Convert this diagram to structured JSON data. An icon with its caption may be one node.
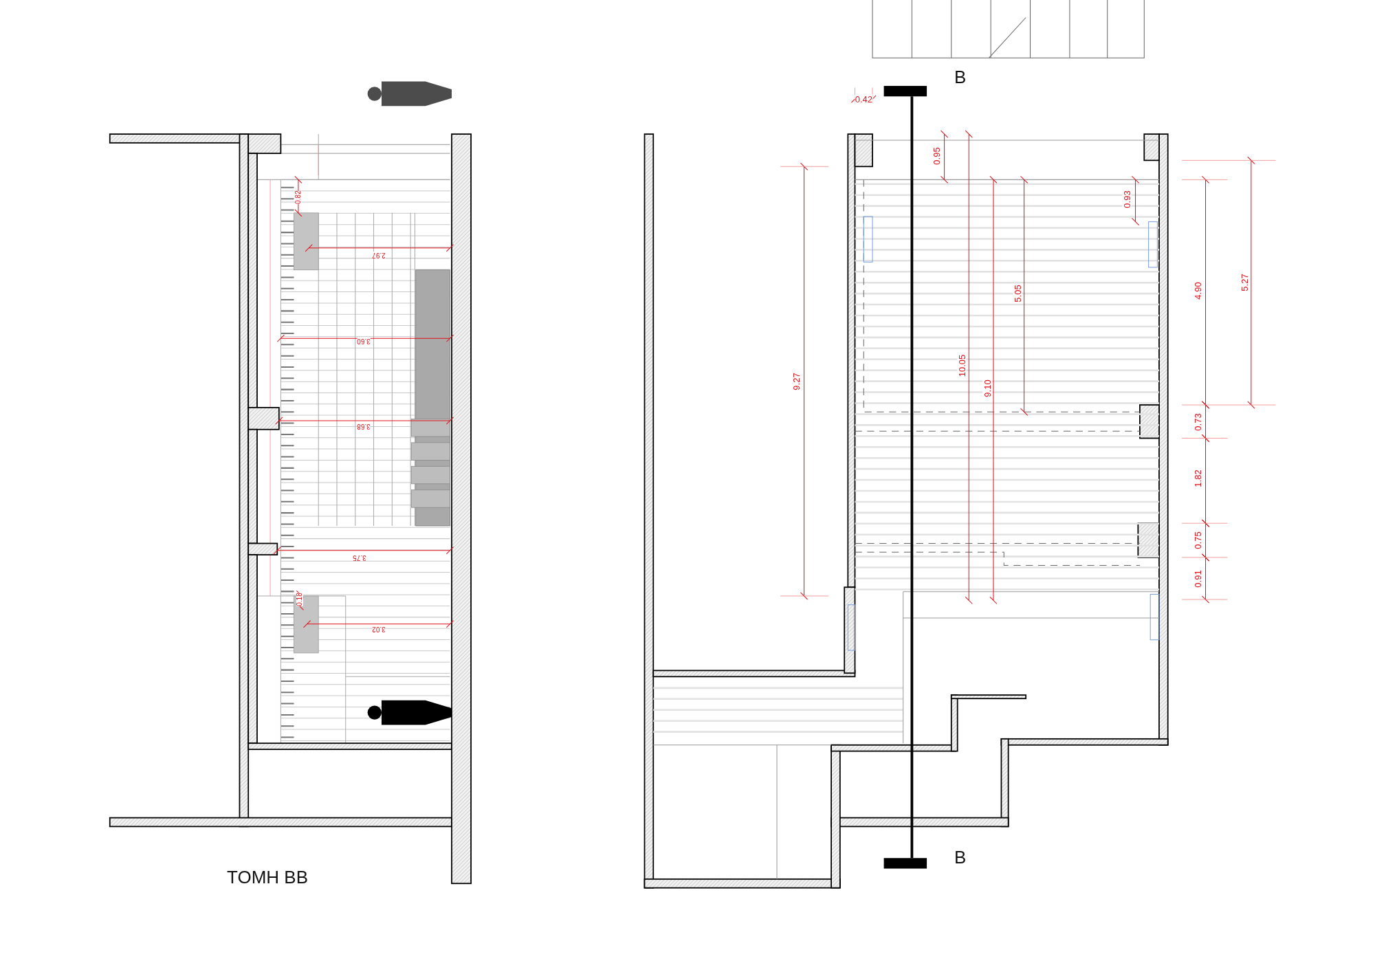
{
  "diagram": {
    "labels": [
      "B",
      "0.42",
      "0.95",
      "0.82",
      "0.93",
      "2.97",
      "5.05",
      "5.27",
      "4.90",
      "3.60",
      "9.27",
      "10.05",
      "9.10",
      "0.73",
      "3.68",
      "1.82",
      "0.75",
      "3.75",
      "0.91",
      "0.18",
      "3.02",
      "B",
      "ΤΟΜΗ ΒΒ"
    ]
  }
}
